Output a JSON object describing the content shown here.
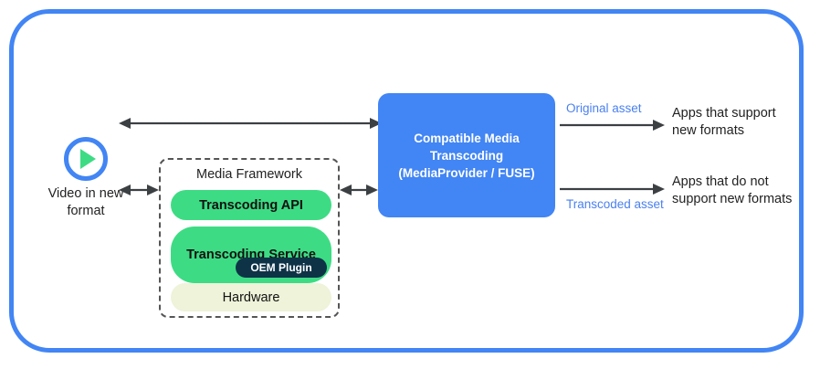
{
  "diagram": {
    "title": "Compatible Media Transcoding architecture",
    "frame": {
      "border_color": "#4285f4"
    },
    "source": {
      "icon": "play-circle-icon",
      "caption": "Video in\nnew format",
      "ring_color": "#4285f4",
      "triangle_color": "#3ddc84"
    },
    "media_framework": {
      "title": "Media Framework",
      "border_style": "dashed",
      "layers": [
        {
          "name": "transcoding-api",
          "label": "Transcoding API",
          "color": "#3ddc84"
        },
        {
          "name": "transcoding-service",
          "label": "Transcoding Service",
          "color": "#3ddc84"
        },
        {
          "name": "hardware",
          "label": "Hardware",
          "color": "#eef3d9"
        }
      ],
      "badge": {
        "label": "OEM Plugin",
        "color": "#0e3347",
        "text_color": "#ffffff"
      }
    },
    "cmt": {
      "label": "Compatible Media\nTranscoding\n(MediaProvider / FUSE)",
      "color": "#4285f4",
      "text_color": "#ffffff"
    },
    "edges": [
      {
        "name": "source-to-cmt",
        "style": "double-arrow",
        "label": ""
      },
      {
        "name": "source-to-media-framework",
        "style": "double-arrow",
        "label": ""
      },
      {
        "name": "media-framework-to-cmt",
        "style": "double-arrow",
        "label": ""
      },
      {
        "name": "cmt-to-supported-apps",
        "style": "single-arrow",
        "label": "Original asset"
      },
      {
        "name": "cmt-to-unsupported-apps",
        "style": "single-arrow",
        "label": "Transcoded asset"
      }
    ],
    "edge_labels": {
      "original_asset": "Original asset",
      "transcoded_asset": "Transcoded asset",
      "label_color": "#4a80f0"
    },
    "sinks": [
      {
        "name": "apps-supporting-new-formats",
        "label": "Apps that support\nnew formats"
      },
      {
        "name": "apps-not-supporting-new-formats",
        "label": "Apps that do not\nsupport new formats"
      }
    ]
  }
}
